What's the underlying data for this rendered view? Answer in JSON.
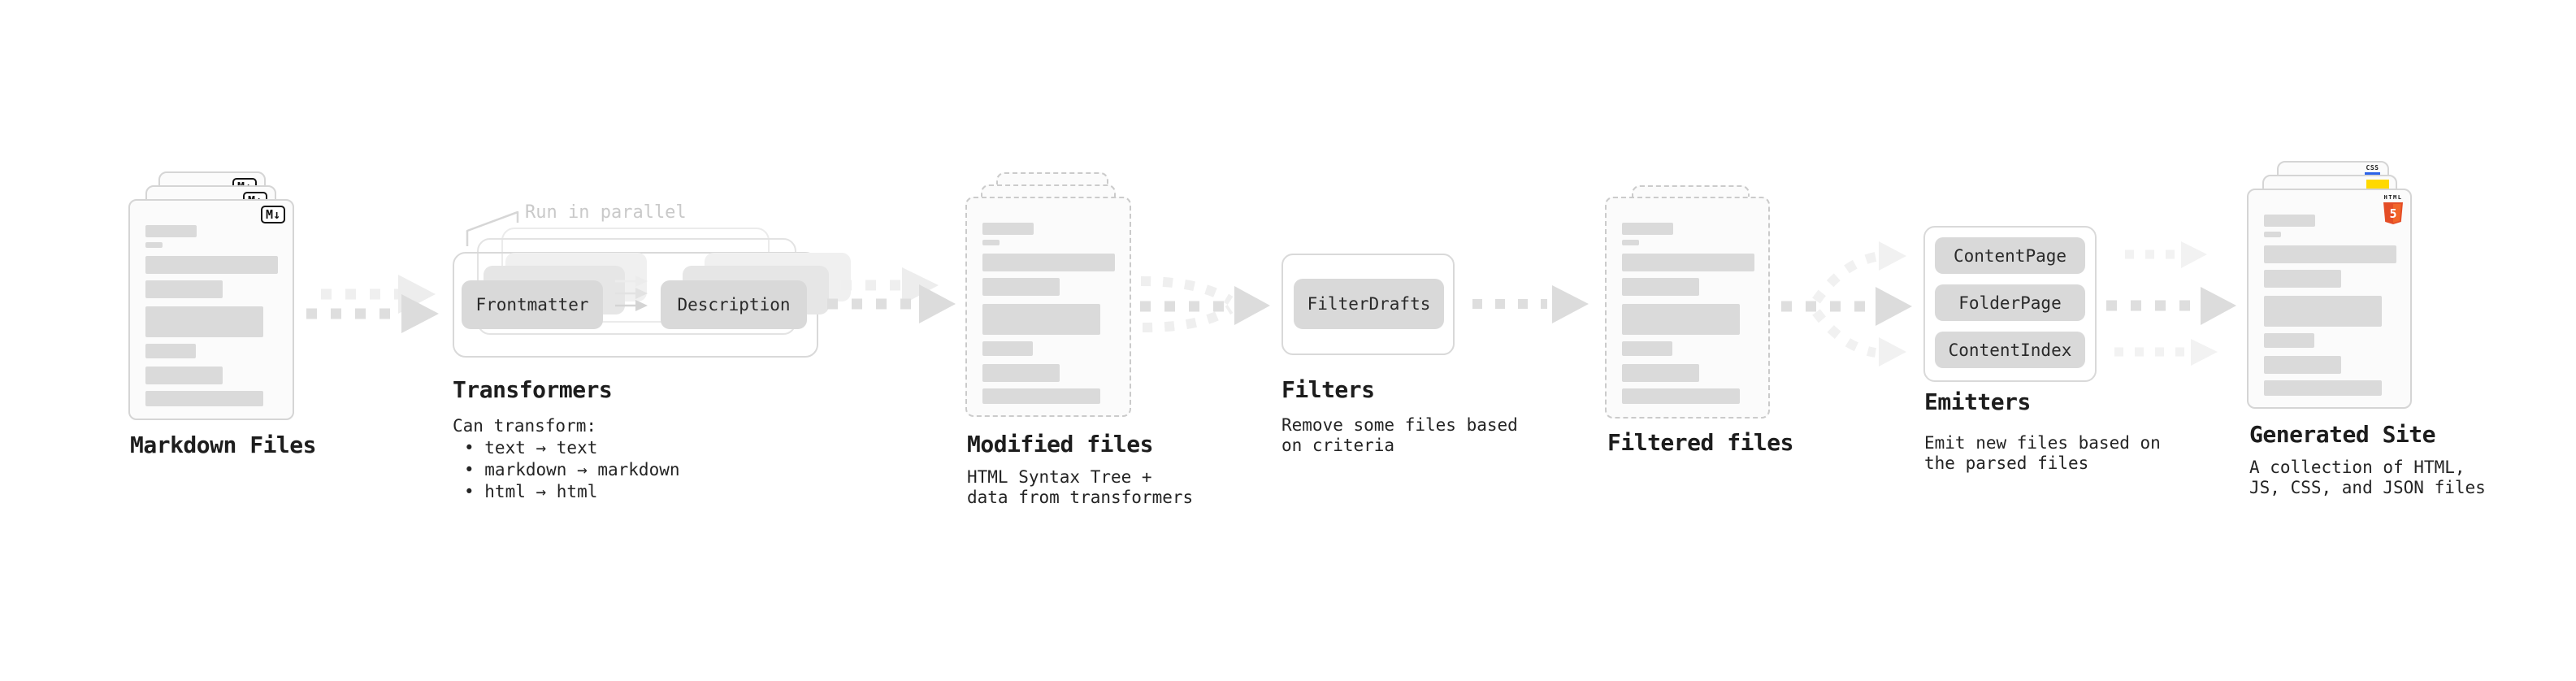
{
  "diagram": {
    "stages": {
      "markdown_files": {
        "title": "Markdown Files",
        "file_icon": "M↓"
      },
      "transformers": {
        "title": "Transformers",
        "annotation": "Run in parallel",
        "chips": [
          "Frontmatter",
          "Description"
        ],
        "desc_intro": "Can transform:",
        "desc_bullets": [
          "• text → text",
          "• markdown → markdown",
          "• html → html"
        ]
      },
      "modified_files": {
        "title": "Modified files",
        "desc_lines": [
          "HTML Syntax Tree +",
          "data from transformers"
        ]
      },
      "filters": {
        "title": "Filters",
        "chips": [
          "FilterDrafts"
        ],
        "desc_lines": [
          "Remove some files based",
          "on criteria"
        ]
      },
      "filtered_files": {
        "title": "Filtered files"
      },
      "emitters": {
        "title": "Emitters",
        "chips": [
          "ContentPage",
          "FolderPage",
          "ContentIndex"
        ],
        "desc_lines": [
          "Emit new files based on",
          "the parsed files"
        ]
      },
      "generated_site": {
        "title": "Generated Site",
        "desc_lines": [
          "A collection of HTML,",
          "JS, CSS, and JSON files"
        ],
        "file_badges": {
          "css_label": "CSS",
          "html_label": "HTML",
          "html_number": "5"
        }
      }
    },
    "colors": {
      "html5_orange": "#e44d26",
      "js_yellow": "#ffd900",
      "css_blue": "#2c63e8",
      "arrow_gray": "#dcdcdc",
      "chip_gray": "#d9d9d9"
    }
  }
}
